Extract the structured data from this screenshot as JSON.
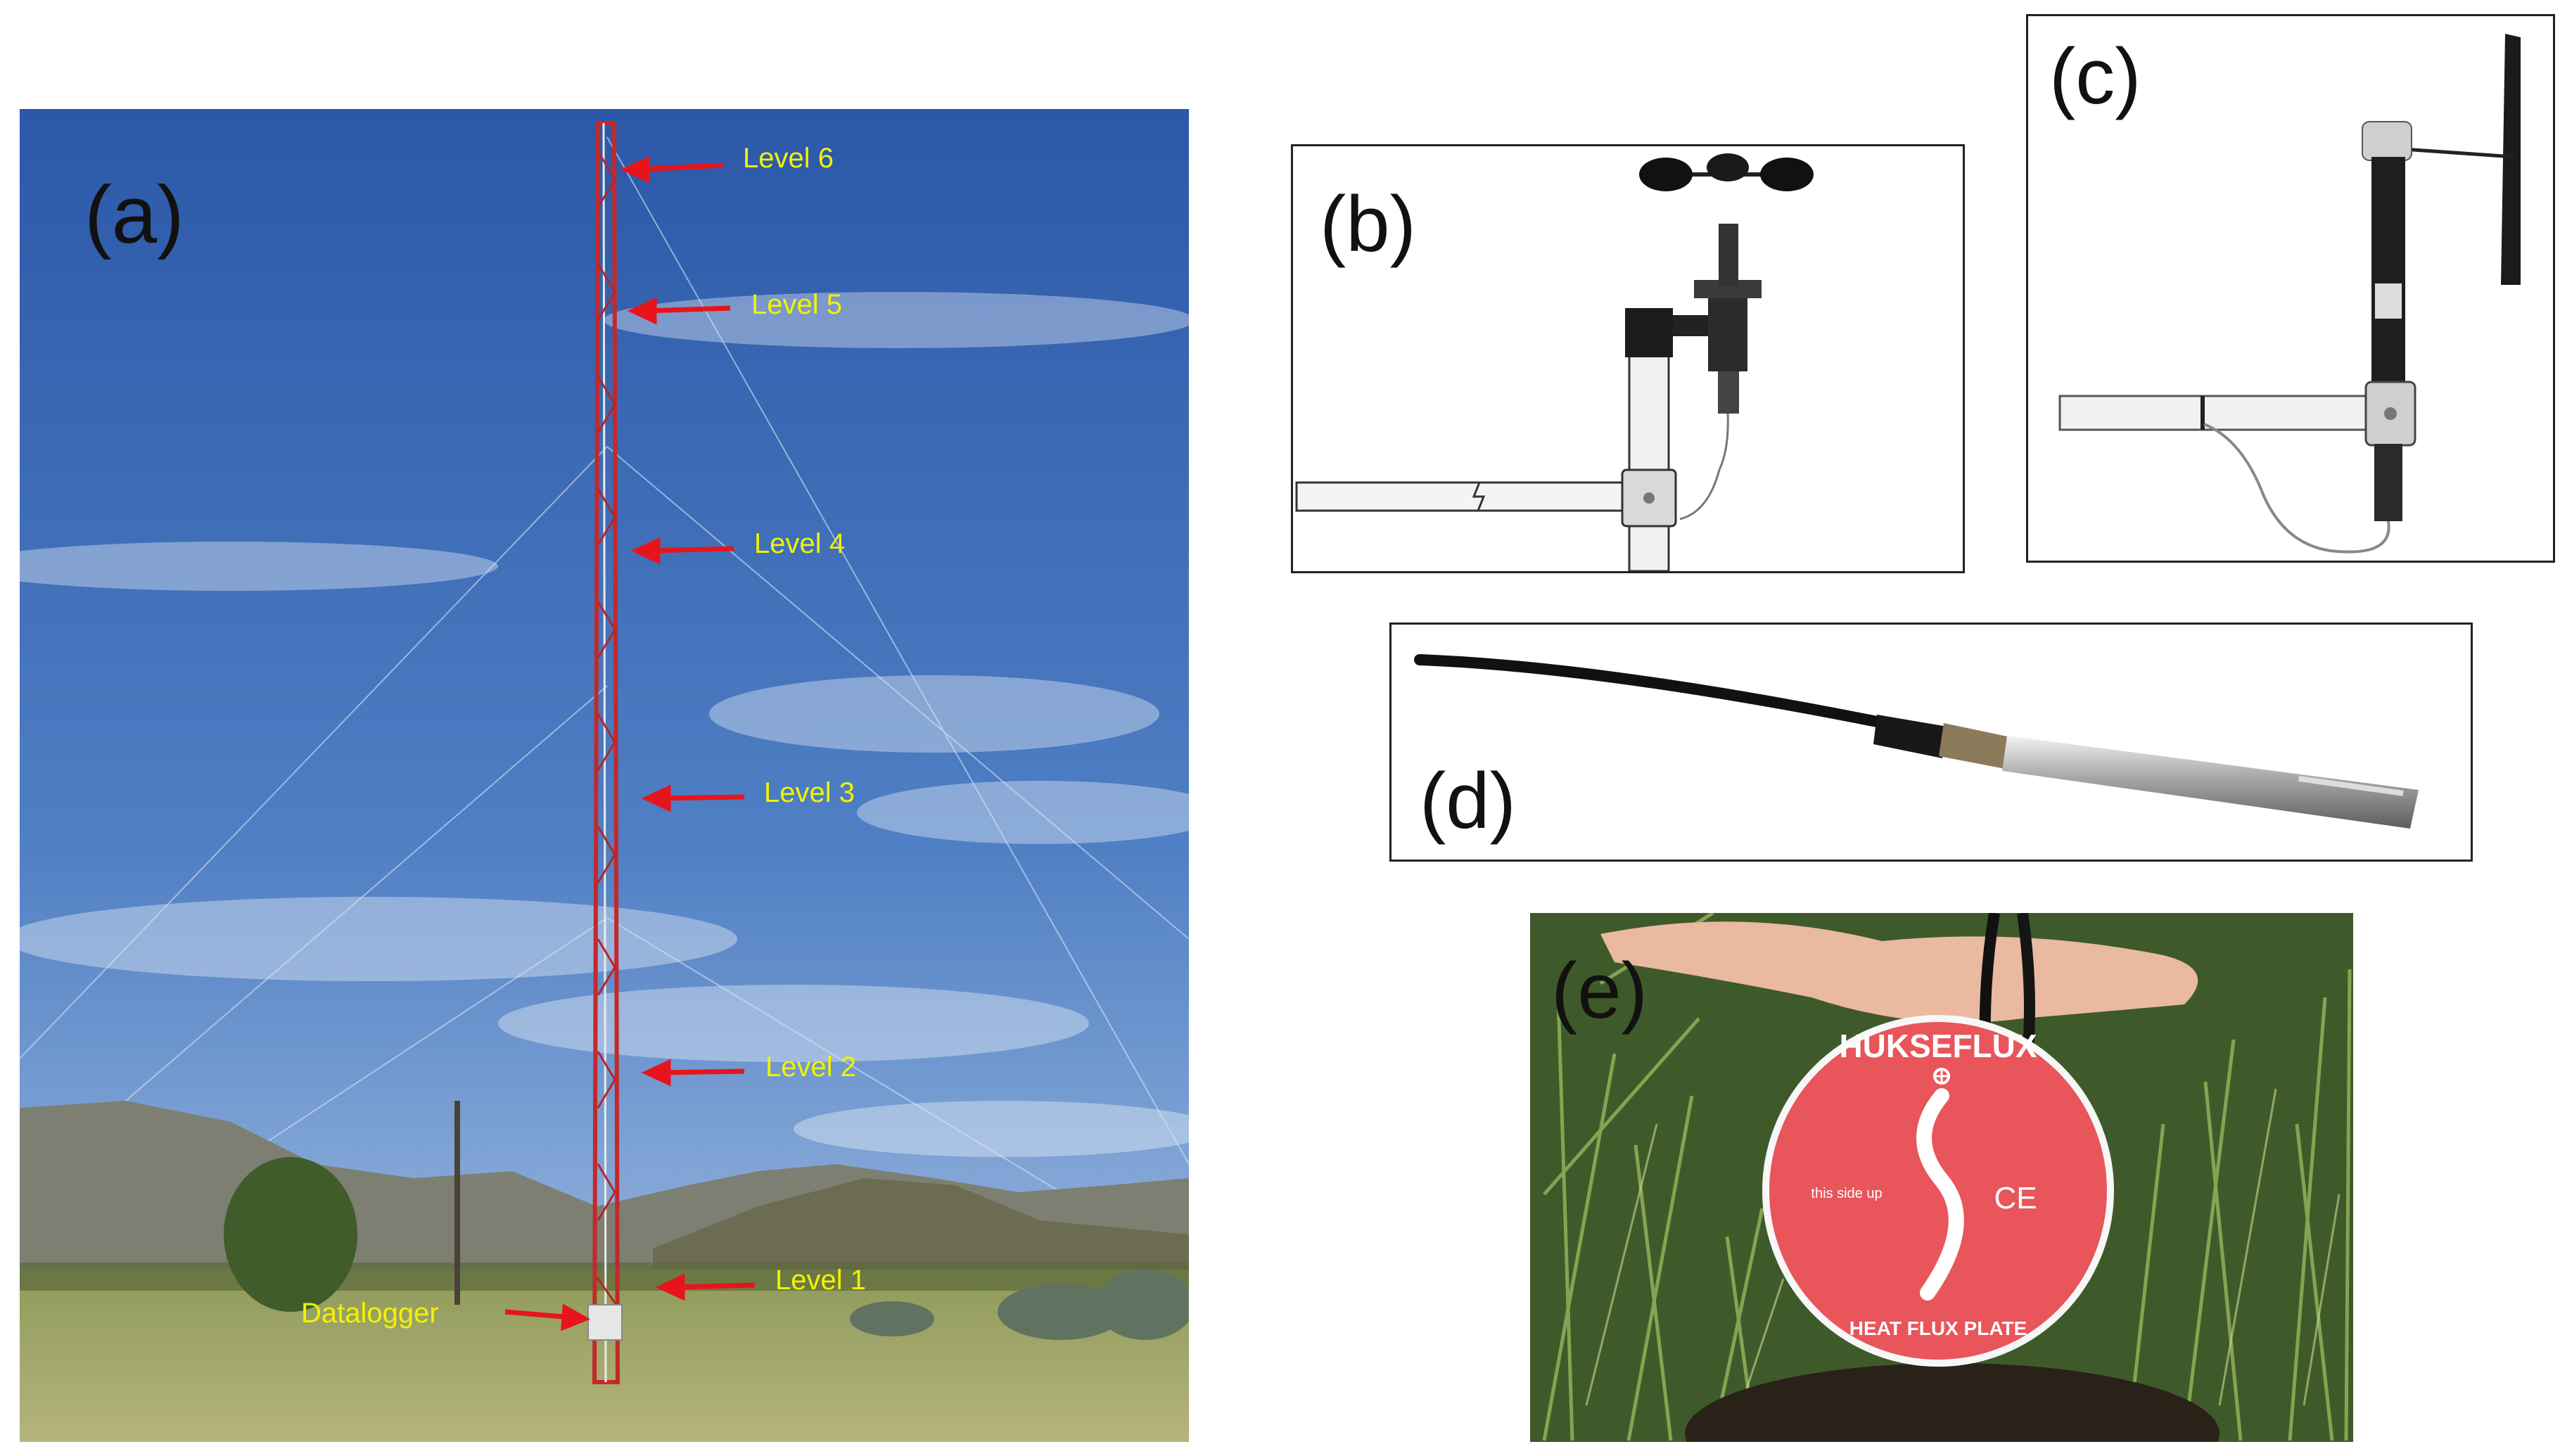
{
  "panels": {
    "a": {
      "letter": "(a)",
      "labels": [
        "Level 6",
        "Level 5",
        "Level 4",
        "Level 3",
        "Level 2",
        "Level 1"
      ],
      "datalogger": "Datalogger"
    },
    "b": {
      "letter": "(b)"
    },
    "c": {
      "letter": "(c)"
    },
    "d": {
      "letter": "(d)"
    },
    "e": {
      "letter": "(e)",
      "plate_brand": "HUKSEFLUX",
      "plate_name": "HEAT FLUX PLATE",
      "plate_orientation": "this side up",
      "plate_mark": "CE"
    }
  },
  "colors": {
    "label_yellow": "#f2f200",
    "arrow_red": "#e8141b",
    "sky_top": "#2f5fb0",
    "sky_bottom": "#8fb2dc",
    "plate_red": "#e8555a"
  }
}
